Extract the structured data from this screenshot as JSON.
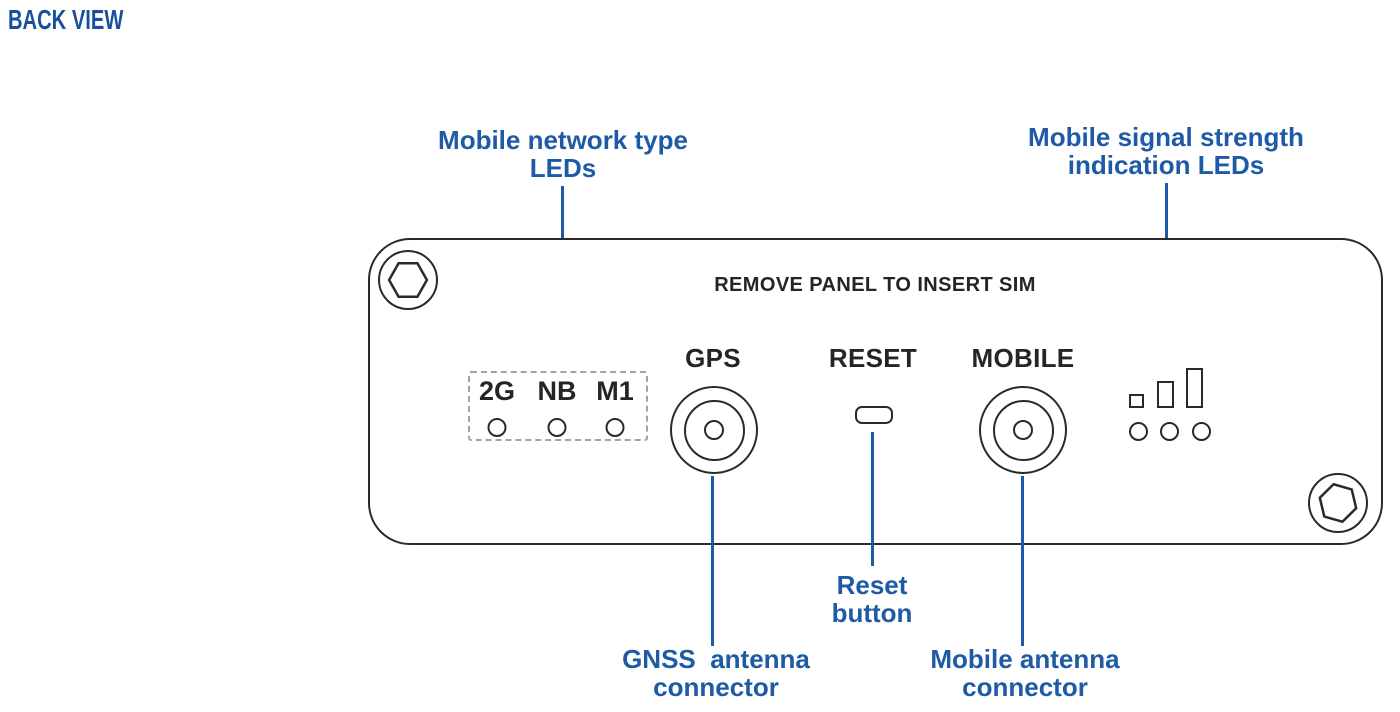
{
  "colors": {
    "accent": "#1e5aa6",
    "title": "#17519e",
    "outline": "#2b2929",
    "dark_text": "#262424",
    "dashed_border": "#a3a3a3"
  },
  "header": {
    "title": "BACK VIEW"
  },
  "device": {
    "sim_notice": "REMOVE PANEL TO INSERT SIM",
    "gps_label": "GPS",
    "reset_label": "RESET",
    "mobile_label": "MOBILE",
    "network_type_leds": [
      "2G",
      "NB",
      "M1"
    ],
    "icons": [
      "hex-screw-icon",
      "antenna-connector-icon",
      "reset-button-icon",
      "led-indicator-icon",
      "signal-strength-bars-icon"
    ]
  },
  "callouts": {
    "network_type_leds": "Mobile network type\nLEDs",
    "signal_strength_leds": "Mobile signal strength\nindication LEDs",
    "gnss_connector": "GNSS  antenna\nconnector",
    "reset_button": "Reset\nbutton",
    "mobile_connector": "Mobile antenna\nconnector"
  }
}
